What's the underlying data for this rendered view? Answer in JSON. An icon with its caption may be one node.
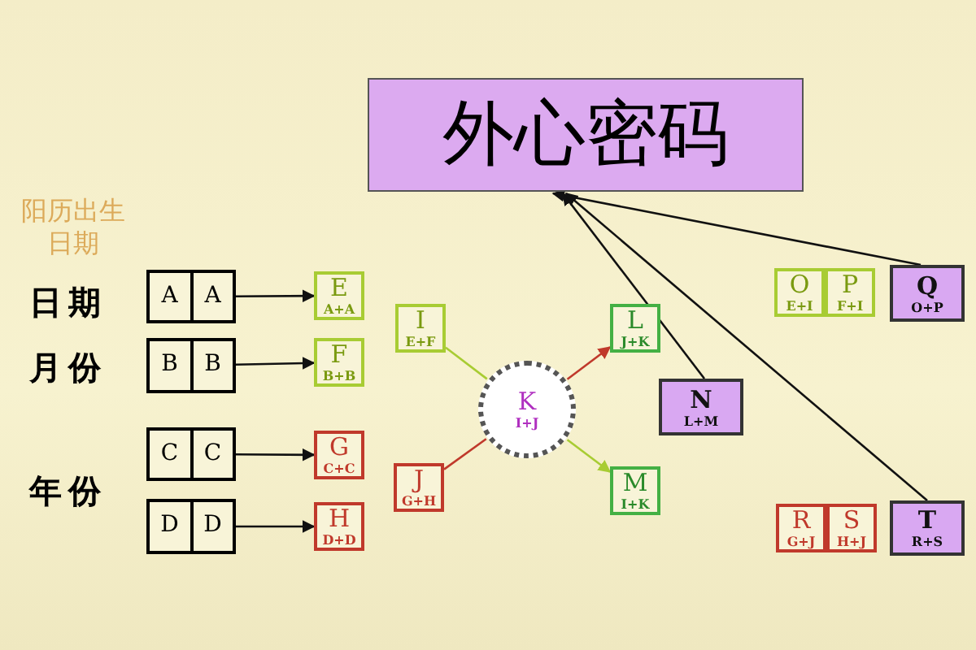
{
  "diagram": {
    "nodes": [
      {
        "text": [
          "外心密码"
        ]
      },
      {
        "text": [
          "A",
          "A"
        ]
      },
      {
        "text": [
          "E",
          "A+A"
        ]
      },
      {
        "text": [
          "B",
          "B"
        ]
      },
      {
        "text": [
          "F",
          "B+B"
        ]
      },
      {
        "text": [
          "C",
          "C"
        ]
      },
      {
        "text": [
          "G",
          "C+C"
        ]
      },
      {
        "text": [
          "D",
          "D"
        ]
      },
      {
        "text": [
          "H",
          "D+D"
        ]
      },
      {
        "text": [
          "I",
          "E+F"
        ]
      },
      {
        "text": [
          "J",
          "G+H"
        ]
      },
      {
        "text": [
          "K",
          "I+J"
        ]
      },
      {
        "text": [
          "L",
          "J+K"
        ]
      },
      {
        "text": [
          "M",
          "I+K"
        ]
      },
      {
        "text": [
          "N",
          "L+M"
        ]
      },
      {
        "text": [
          "O",
          "E+I"
        ]
      },
      {
        "text": [
          "P",
          "F+I"
        ]
      },
      {
        "text": [
          "Q",
          "O+P"
        ]
      },
      {
        "text": [
          "R",
          "G+J"
        ]
      },
      {
        "text": [
          "S",
          "H+J"
        ]
      },
      {
        "text": [
          "T",
          "R+S"
        ]
      }
    ],
    "edges": [
      {
        "from": 1,
        "to": 2,
        "arrow": "to"
      },
      {
        "from": 3,
        "to": 4,
        "arrow": "to"
      },
      {
        "from": 5,
        "to": 6,
        "arrow": "to"
      },
      {
        "from": 7,
        "to": 8,
        "arrow": "to"
      },
      {
        "from": 9,
        "to": 11,
        "arrow": "none",
        "color": "#a8cc33"
      },
      {
        "from": 10,
        "to": 11,
        "arrow": "none",
        "color": "#c0392b"
      },
      {
        "from": 11,
        "to": 12,
        "arrow": "to",
        "color": "#c0392b"
      },
      {
        "from": 11,
        "to": 13,
        "arrow": "to",
        "color": "#a8cc33"
      },
      {
        "from": 14,
        "to": 0,
        "arrow": "to"
      },
      {
        "from": 17,
        "to": 0,
        "arrow": "to"
      },
      {
        "from": 20,
        "to": 0,
        "arrow": "to"
      }
    ],
    "labels": [
      "阳历出生日期",
      "日期",
      "月份",
      "年份"
    ]
  }
}
